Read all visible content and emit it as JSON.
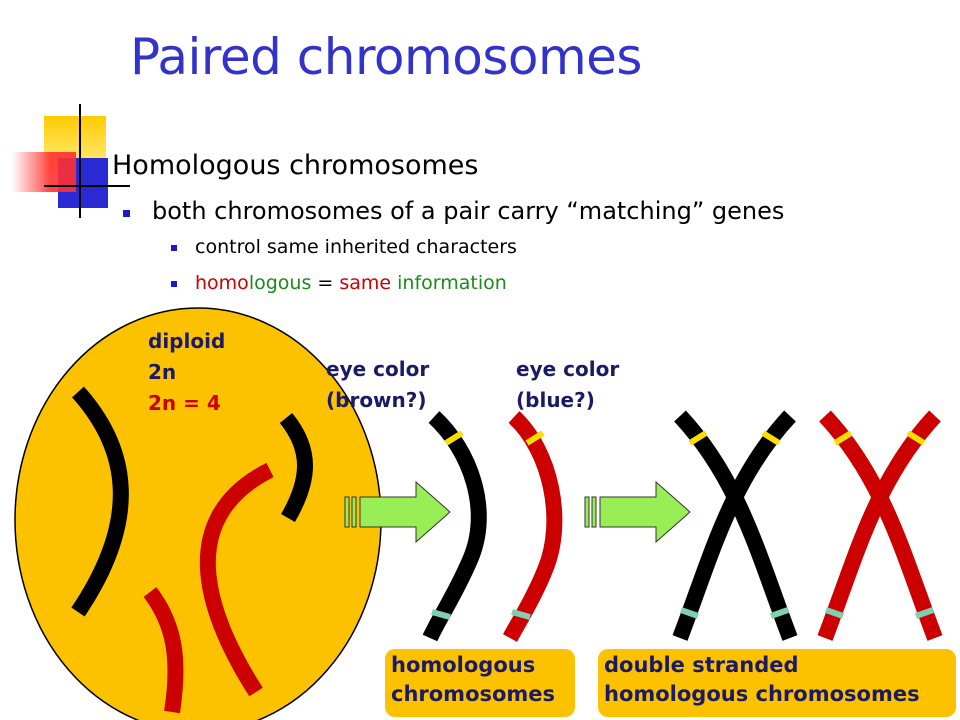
{
  "slide": {
    "title": "Paired chromosomes",
    "bullets": {
      "level1": "Homologous chromosomes",
      "level2": "both chromosomes of a pair carry “matching” genes",
      "level3a": "control same inherited characters",
      "level3b": {
        "part1": "homo",
        "part2": "logous",
        "part3": " = ",
        "part4": "same",
        "part5": " ",
        "part6": "information"
      }
    }
  },
  "diagram": {
    "cell_label": {
      "line1": "diploid",
      "line2": "2n",
      "line3": "2n = 4"
    },
    "gene_label_1": {
      "line1": "eye color",
      "line2": "(brown?)"
    },
    "gene_label_2": {
      "line1": "eye color",
      "line2": "(blue?)"
    },
    "box_1": {
      "line1": "homologous",
      "line2": "chromosomes"
    },
    "box_2": {
      "line1": "double stranded",
      "line2": "homologous chromosomes"
    }
  },
  "colors": {
    "title": "#3333cc",
    "cell": "#fcc200",
    "chromosome_black": "#000000",
    "chromosome_red": "#cc0000",
    "gene_band": "#ffdd00",
    "centromere_band": "#7fcfb0",
    "arrow": "#99ee55"
  }
}
